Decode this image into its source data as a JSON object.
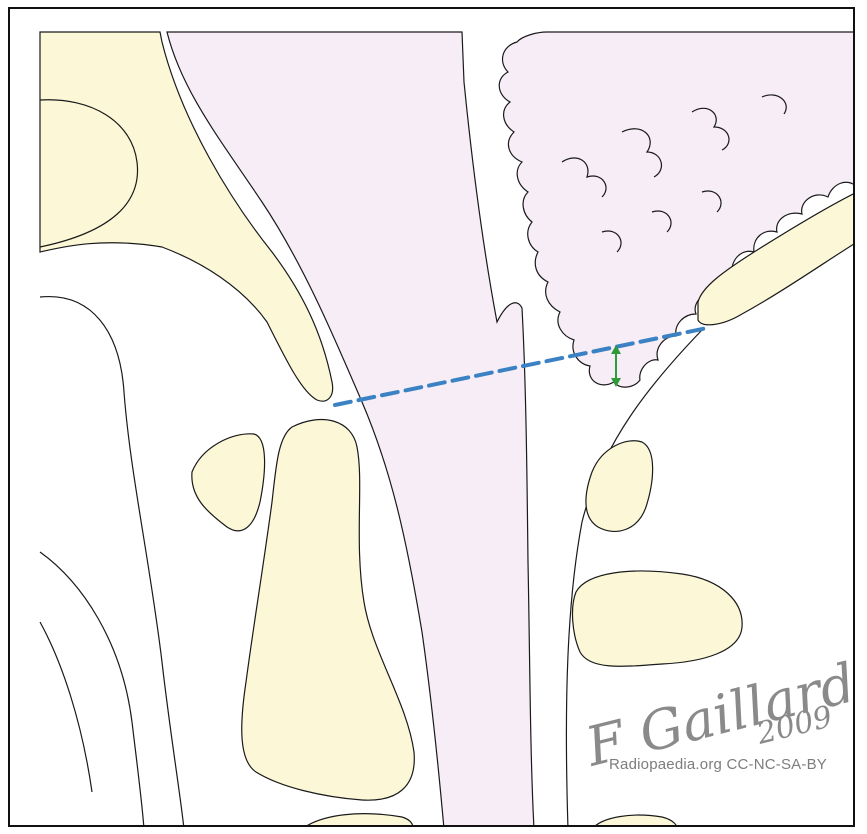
{
  "signature": {
    "name": "F Gaillard",
    "year": "2009"
  },
  "credit": "Radiopaedia.org CC-NC-SA-BY",
  "colors": {
    "bone": "#fcf8d7",
    "soft_tissue": "#f7edf7",
    "dashed_line": "#3b82c4",
    "measurement_arrow": "#2e9a3a",
    "outline": "#1a1a1a"
  }
}
